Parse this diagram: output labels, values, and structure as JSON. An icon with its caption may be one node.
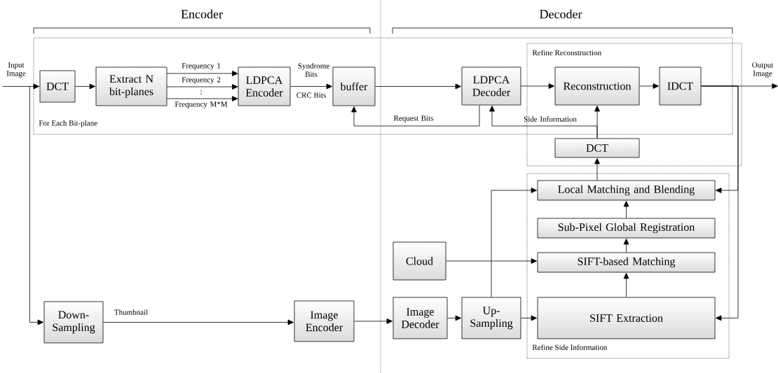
{
  "diagram": {
    "nodes": [
      {
        "text": [
          "For Each Bit-plane"
        ]
      },
      {
        "text": [
          "Refine Reconstruction"
        ]
      },
      {
        "text": [
          "Refine Side Information"
        ]
      },
      {
        "text": [
          "Input Image"
        ]
      },
      {
        "text": [
          "DCT"
        ],
        "in": 0
      },
      {
        "text": [
          "Extract N bit-planes"
        ],
        "in": 0
      },
      {
        "text": [
          "LDPCA Encoder"
        ],
        "in": 0
      },
      {
        "text": [
          "buffer"
        ],
        "in": 0
      },
      {
        "text": [
          "LDPCA Decoder"
        ],
        "in": 0
      },
      {
        "text": [
          "Reconstruction"
        ]
      },
      {
        "text": [
          "IDCT"
        ]
      },
      {
        "text": [
          "DCT"
        ],
        "in": 1
      },
      {
        "text": [
          "Local Matching and Blending"
        ],
        "in": 2
      },
      {
        "text": [
          "Sub-Pixel Global Registration"
        ],
        "in": 2
      },
      {
        "text": [
          "SIFT-based Matching"
        ],
        "in": 2
      },
      {
        "text": [
          "SIFT Extraction"
        ],
        "in": 2
      },
      {
        "text": [
          "Cloud"
        ]
      },
      {
        "text": [
          "Down-Sampling"
        ]
      },
      {
        "text": [
          "Image Encoder"
        ]
      },
      {
        "text": [
          "Image Decoder"
        ]
      },
      {
        "text": [
          "Up-Sampling"
        ]
      },
      {
        "text": [
          "Output Image"
        ]
      }
    ],
    "edges": [
      {
        "from": 3,
        "to": 4,
        "arrow": "to"
      },
      {
        "from": 3,
        "to": 17,
        "arrow": "to"
      },
      {
        "from": 4,
        "to": 5,
        "arrow": "to"
      },
      {
        "from": 5,
        "to": 6,
        "arrow": "to",
        "label": "Frequency 1"
      },
      {
        "from": 5,
        "to": 6,
        "arrow": "to",
        "label": "Frequency 2"
      },
      {
        "from": 5,
        "to": 6,
        "arrow": "to",
        "label": "Frequency M*M"
      },
      {
        "from": 6,
        "to": 7,
        "arrow": "to",
        "label": "Syndrome Bits"
      },
      {
        "from": 7,
        "to": 8,
        "arrow": "to"
      },
      {
        "from": 8,
        "to": 7,
        "arrow": "to",
        "label": "Request Bits"
      },
      {
        "from": 8,
        "to": 9,
        "arrow": "to"
      },
      {
        "from": 9,
        "to": 10,
        "arrow": "to"
      },
      {
        "from": 10,
        "to": 21,
        "arrow": "to"
      },
      {
        "from": 11,
        "to": 9,
        "arrow": "to"
      },
      {
        "from": 11,
        "to": 8,
        "arrow": "to",
        "label": "Side Information"
      },
      {
        "from": 12,
        "to": 11,
        "arrow": "to"
      },
      {
        "from": 13,
        "to": 12,
        "arrow": "to"
      },
      {
        "from": 14,
        "to": 13,
        "arrow": "to"
      },
      {
        "from": 15,
        "to": 14,
        "arrow": "to"
      },
      {
        "from": 16,
        "to": 14,
        "arrow": "to"
      },
      {
        "from": 17,
        "to": 18,
        "arrow": "to",
        "label": "Thumbnail"
      },
      {
        "from": 18,
        "to": 19,
        "arrow": "to"
      },
      {
        "from": 19,
        "to": 20,
        "arrow": "to"
      },
      {
        "from": 20,
        "to": 15,
        "arrow": "to"
      },
      {
        "from": 20,
        "to": 12,
        "arrow": "to"
      },
      {
        "from": 10,
        "to": 12,
        "arrow": "to"
      },
      {
        "from": 10,
        "to": 15,
        "arrow": "to"
      }
    ],
    "labels": [
      "Encoder",
      "Decoder",
      ":",
      "CRC Bits"
    ]
  }
}
